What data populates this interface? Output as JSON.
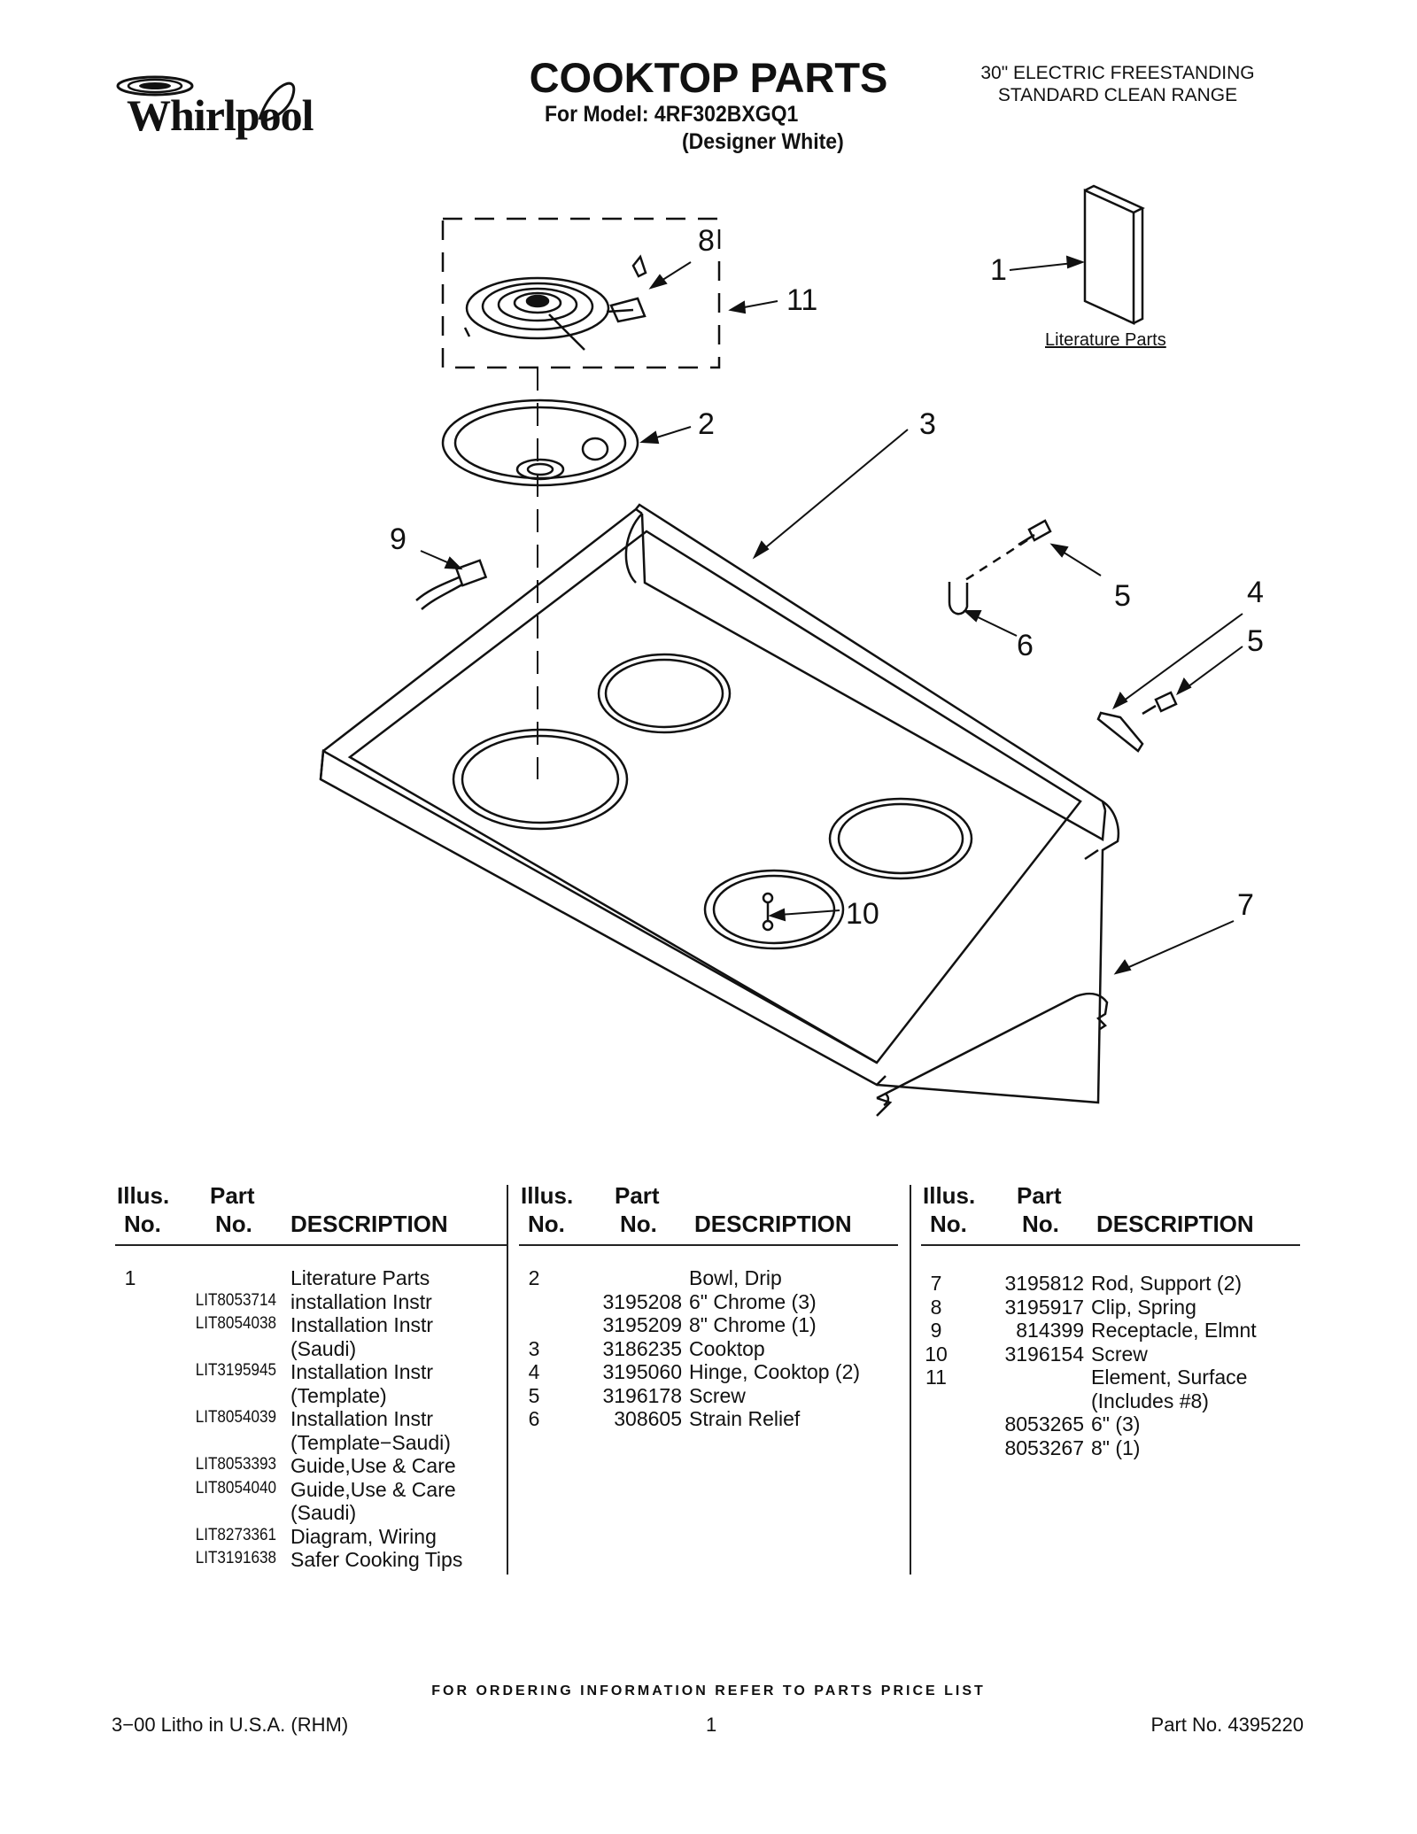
{
  "header": {
    "brand": "Whirlpool",
    "title": "COOKTOP PARTS",
    "model_line": "For Model: 4RF302BXGQ1",
    "model_color": "(Designer White)",
    "range_line1": "30\" ELECTRIC FREESTANDING",
    "range_line2": "STANDARD CLEAN RANGE"
  },
  "diagram": {
    "callouts": {
      "c1": "1",
      "c2": "2",
      "c3": "3",
      "c4": "4",
      "c5a": "5",
      "c5b": "5",
      "c6": "6",
      "c7": "7",
      "c8": "8",
      "c9": "9",
      "c10": "10",
      "c11": "11"
    },
    "literature_label": "Literature Parts"
  },
  "table": {
    "headers": {
      "illus": "Illus.",
      "no": "No.",
      "part": "Part",
      "description": "DESCRIPTION"
    },
    "col1": [
      {
        "illus": "1",
        "part": "",
        "desc": "Literature Parts"
      },
      {
        "illus": "",
        "part": "LIT8053714",
        "desc": "installation Instr"
      },
      {
        "illus": "",
        "part": "LIT8054038",
        "desc": "Installation Instr"
      },
      {
        "illus": "",
        "part": "",
        "desc": "(Saudi)"
      },
      {
        "illus": "",
        "part": "LIT3195945",
        "desc": "Installation Instr"
      },
      {
        "illus": "",
        "part": "",
        "desc": "(Template)"
      },
      {
        "illus": "",
        "part": "LIT8054039",
        "desc": "Installation Instr"
      },
      {
        "illus": "",
        "part": "",
        "desc": "(Template−Saudi)"
      },
      {
        "illus": "",
        "part": "LIT8053393",
        "desc": "Guide,Use & Care"
      },
      {
        "illus": "",
        "part": "LIT8054040",
        "desc": "Guide,Use & Care"
      },
      {
        "illus": "",
        "part": "",
        "desc": "(Saudi)"
      },
      {
        "illus": "",
        "part": "LIT8273361",
        "desc": "Diagram, Wiring"
      },
      {
        "illus": "",
        "part": "LIT3191638",
        "desc": "Safer Cooking Tips"
      }
    ],
    "col2": [
      {
        "illus": "2",
        "part": "",
        "desc": "Bowl, Drip"
      },
      {
        "illus": "",
        "part": "3195208",
        "desc": "6\" Chrome (3)"
      },
      {
        "illus": "",
        "part": "3195209",
        "desc": "8\" Chrome (1)"
      },
      {
        "illus": "3",
        "part": "3186235",
        "desc": "Cooktop"
      },
      {
        "illus": "4",
        "part": "3195060",
        "desc": "Hinge, Cooktop (2)"
      },
      {
        "illus": "5",
        "part": "3196178",
        "desc": "Screw"
      },
      {
        "illus": "6",
        "part": "308605",
        "desc": "Strain Relief"
      }
    ],
    "col3": [
      {
        "illus": "7",
        "part": "3195812",
        "desc": "Rod, Support (2)"
      },
      {
        "illus": "8",
        "part": "3195917",
        "desc": "Clip, Spring"
      },
      {
        "illus": "9",
        "part": "814399",
        "desc": "Receptacle, Elmnt"
      },
      {
        "illus": "10",
        "part": "3196154",
        "desc": "Screw"
      },
      {
        "illus": "11",
        "part": "",
        "desc": "Element, Surface"
      },
      {
        "illus": "",
        "part": "",
        "desc": "(Includes #8)"
      },
      {
        "illus": "",
        "part": "8053265",
        "desc": "6\" (3)"
      },
      {
        "illus": "",
        "part": "8053267",
        "desc": "8\" (1)"
      }
    ]
  },
  "footer": {
    "ordering": "FOR ORDERING INFORMATION REFER TO PARTS PRICE LIST",
    "litho": "3−00 Litho in U.S.A. (RHM)",
    "page": "1",
    "part_no": "Part No. 4395220"
  }
}
